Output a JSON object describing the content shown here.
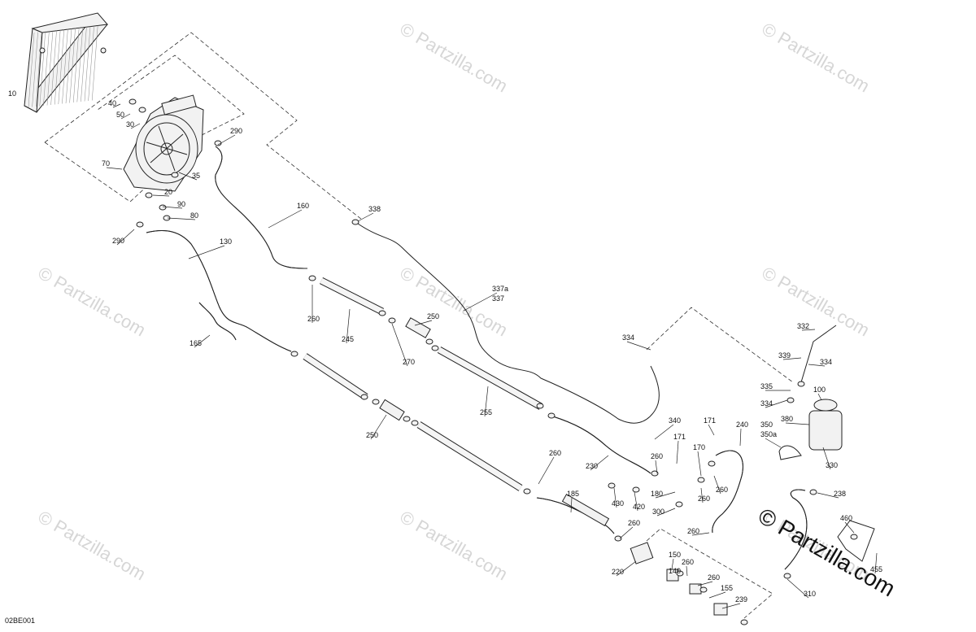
{
  "drawing_ref": "02BE001",
  "watermarks": [
    "© Partzilla.com",
    "© Partzilla.com",
    "© Partzilla.com",
    "© Partzilla.com",
    "© Partzilla.com",
    "© Partzilla.com",
    "© Partzilla.com",
    "© Partzilla.com"
  ],
  "brand_watermark": "© Partzilla.com",
  "callouts": [
    "10",
    "40",
    "50",
    "30",
    "290",
    "70",
    "35",
    "20",
    "90",
    "80",
    "290",
    "130",
    "160",
    "338",
    "165",
    "260",
    "245",
    "250",
    "270",
    "337a",
    "337",
    "334",
    "332",
    "339",
    "334",
    "335",
    "334",
    "100",
    "380",
    "350",
    "350a",
    "330",
    "250",
    "255",
    "260",
    "340",
    "171",
    "171",
    "240",
    "170",
    "260",
    "230",
    "260",
    "180",
    "260",
    "300",
    "430",
    "420",
    "185",
    "238",
    "460",
    "260",
    "455",
    "260",
    "220",
    "150",
    "260",
    "140",
    "260",
    "155",
    "239",
    "310"
  ],
  "colors": {
    "line": "#222222",
    "watermark": "#d6d6d6",
    "brand": "#111111"
  }
}
